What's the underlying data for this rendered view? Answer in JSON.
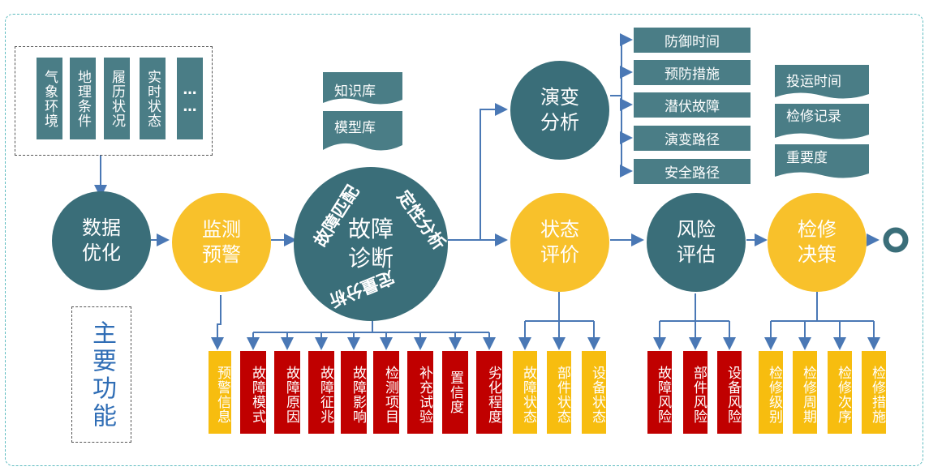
{
  "inputs": [
    "气象环境",
    "地理条件",
    "履历状况",
    "实时状态",
    "……"
  ],
  "nodes": {
    "data_opt": "数据优化",
    "monitor": "监测预警",
    "diagnosis": "故障诊断",
    "evolution": "演变分析",
    "state_eval": "状态评价",
    "risk_eval": "风险评估",
    "maintenance": "检修决策"
  },
  "diagnosis_arcs": {
    "left": "故障匹配",
    "right": "定性分析",
    "bottom": "定量分析"
  },
  "libraries": [
    "知识库",
    "模型库"
  ],
  "evolution_outputs": [
    "防御时间",
    "预防措施",
    "潜伏故障",
    "演变路径",
    "安全路径"
  ],
  "maintenance_inputs": [
    "投运时间",
    "检修记录",
    "重要度"
  ],
  "main_function_label": "主要功能",
  "outputs": {
    "monitor": [
      "预警信息"
    ],
    "diagnosis": [
      "故障模式",
      "故障原因",
      "故障征兆",
      "故障影响",
      "检测项目",
      "补充试验",
      "置信度",
      "劣化程度"
    ],
    "state": [
      "故障状态",
      "部件状态",
      "设备状态"
    ],
    "risk": [
      "故障风险",
      "部件风险",
      "设备风险"
    ],
    "maintenance": [
      "检修级别",
      "检修周期",
      "检修次序",
      "检修措施"
    ]
  },
  "colors": {
    "teal": "#3a6e79",
    "gold": "#f8c12b",
    "red": "#c00000",
    "yellow": "#f7bd0f",
    "arrow": "#4a78b5",
    "frame": "#5fbcc0"
  }
}
